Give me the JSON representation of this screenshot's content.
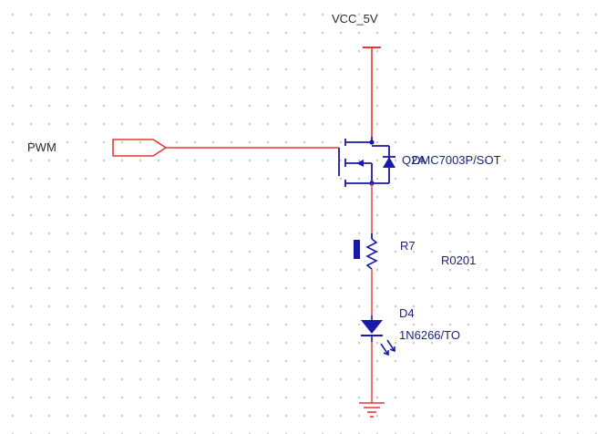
{
  "schematic": {
    "power_net": "VCC_5V",
    "input_port": "PWM",
    "mosfet": {
      "designator": "Q2A",
      "part": "DMC7003P/SOT"
    },
    "resistor": {
      "designator": "R7",
      "package": "R0201"
    },
    "led": {
      "designator": "D4",
      "part": "1N6266/TO"
    },
    "colors": {
      "wire": "#e53935",
      "component": "#1a1aa8",
      "ground": "#e53935",
      "grid_dot": "#b9b9b9"
    },
    "icons": [
      "power-rail-icon",
      "port-arrow-icon",
      "mosfet-icon",
      "resistor-icon",
      "led-icon",
      "ground-icon"
    ]
  }
}
